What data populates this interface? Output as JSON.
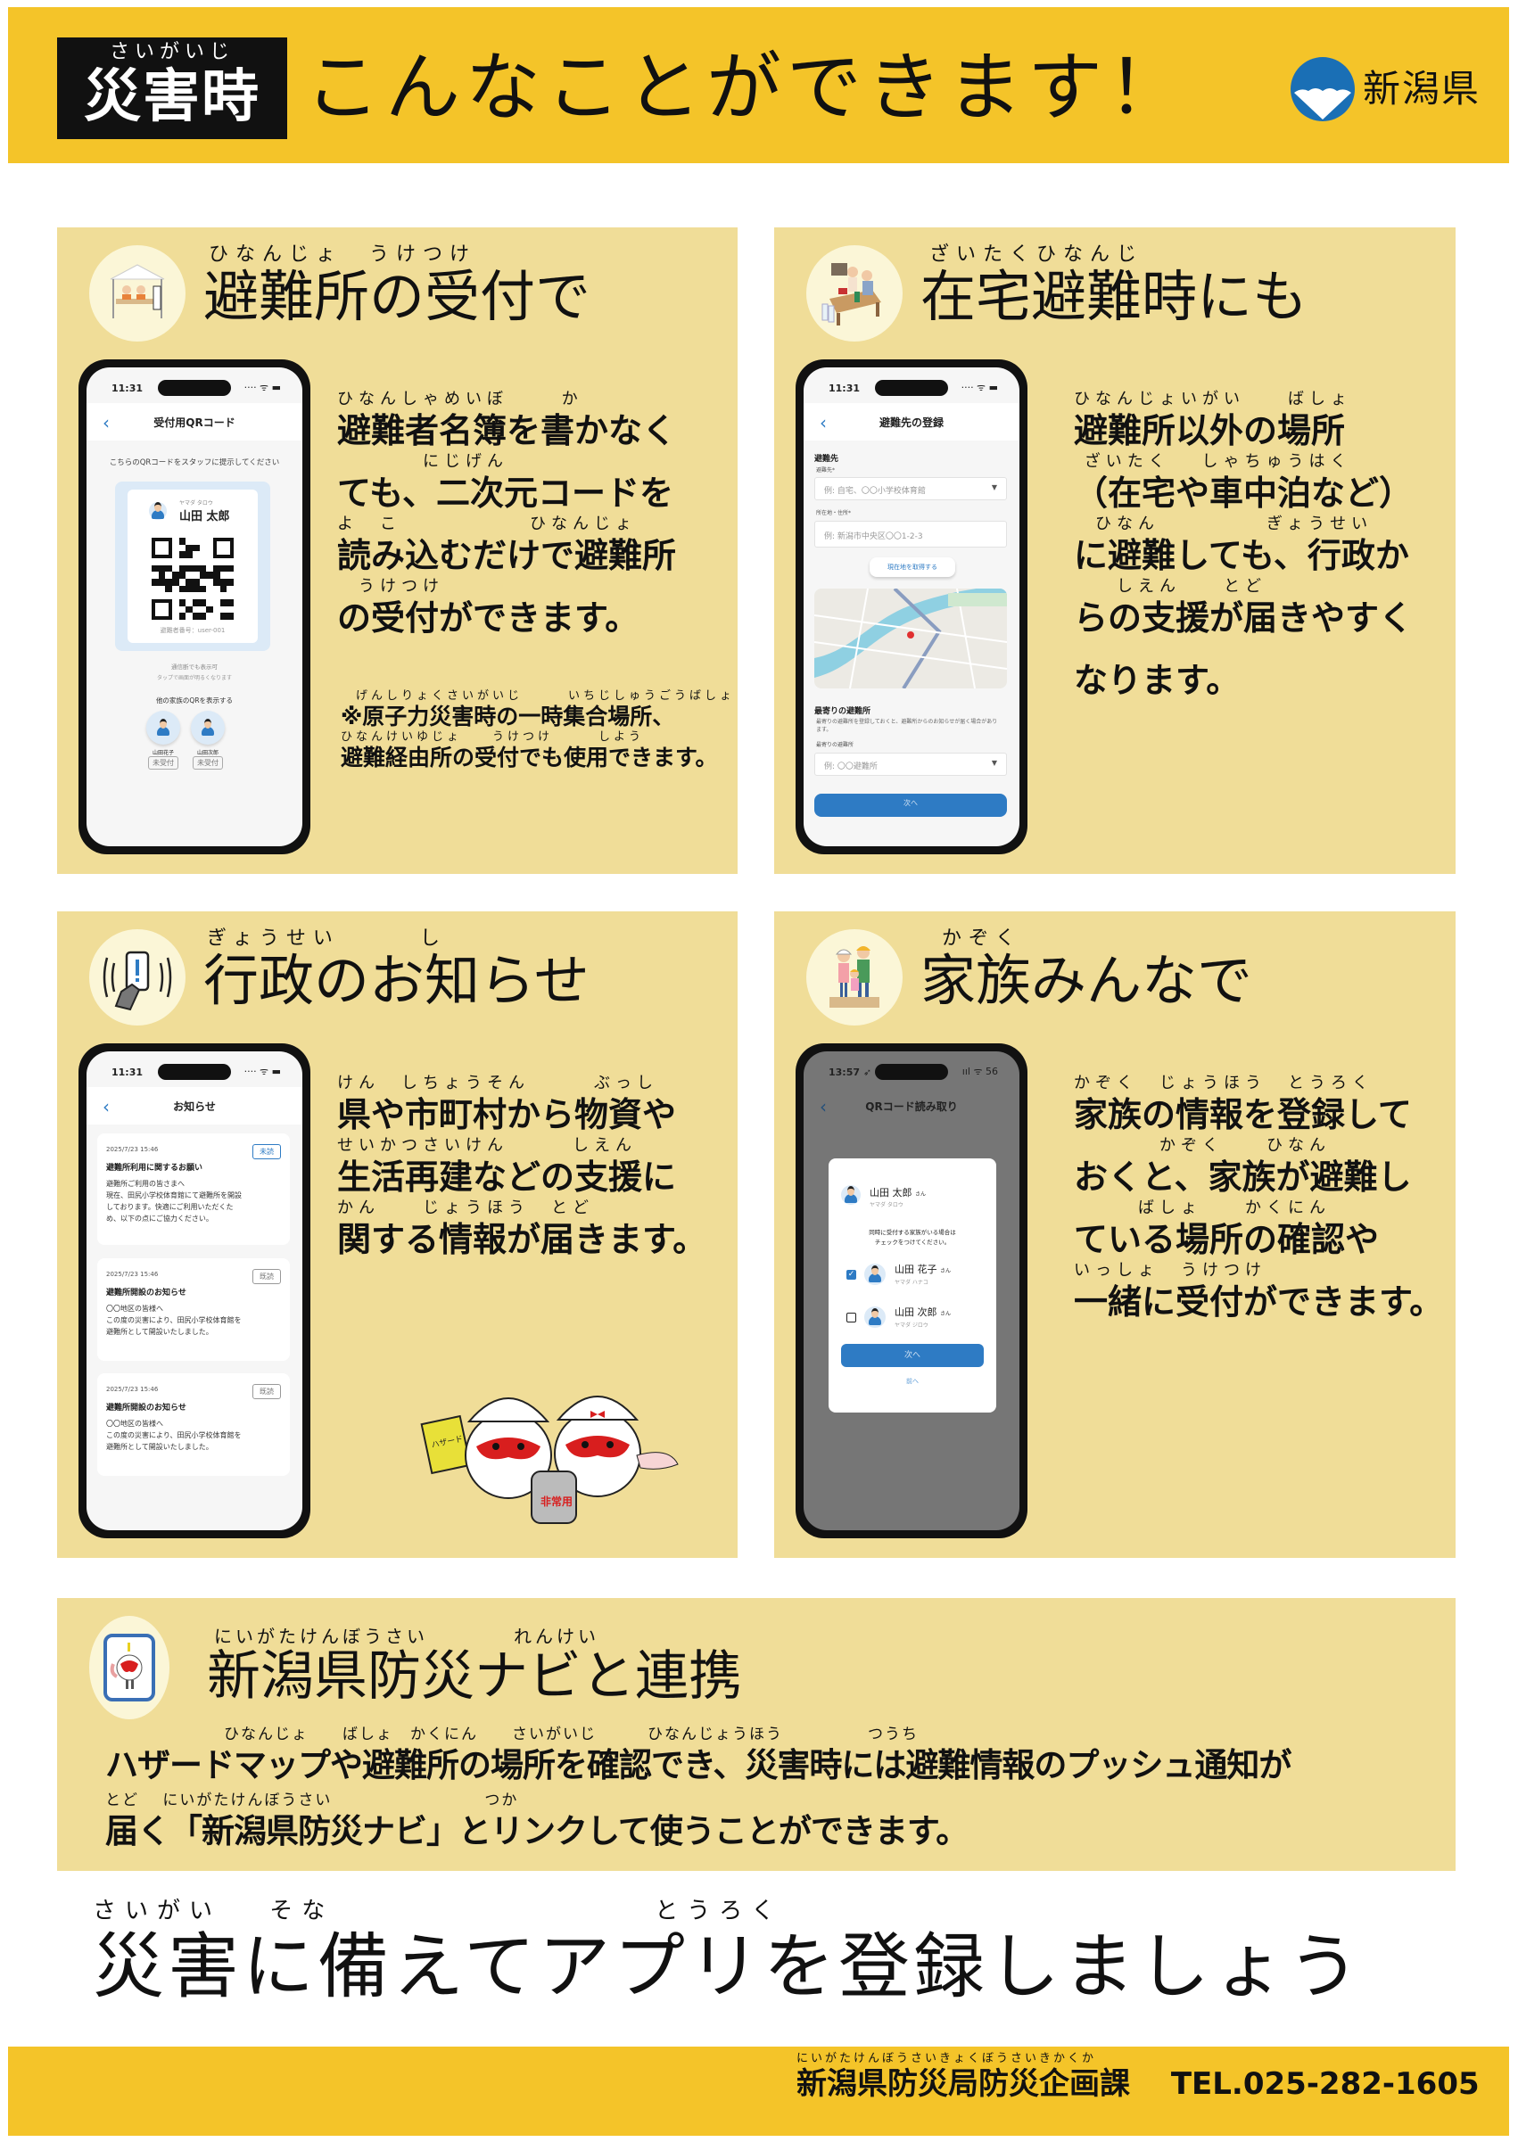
{
  "header": {
    "badge_ruby": "さいがいじ",
    "badge_label": "災害時",
    "title": "こんなことができます！",
    "logo_text": "新潟県",
    "bg_color": "#f4c429"
  },
  "panels": [
    {
      "title_ruby": "ひなんじょ　うけつけ",
      "title": "避難所の受付で",
      "icon": "shelter-reception-icon",
      "body": [
        {
          "ruby": "ひなんしゃめいぼ　　 か",
          "text": "避難者名簿を書かなく"
        },
        {
          "ruby": "　　　　にじげん",
          "text": "ても、二次元コードを"
        },
        {
          "ruby": "よ　こ　　　　　　ひなんじょ",
          "text": "読み込むだけで避難所"
        },
        {
          "ruby": "　うけつけ",
          "text": "の受付ができます。"
        }
      ],
      "note": [
        {
          "ruby": "　げんしりょくさいがいじ　　　いちじしゅうごうばしょ",
          "text": "※原子力災害時の一時集合場所、"
        },
        {
          "ruby": "ひなんけいゆじょ　　うけつけ　　　しよう",
          "text": "避難経由所の受付でも使用できます。"
        }
      ],
      "phone": {
        "time": "11:31",
        "status_icons": "···· ᯤ ▬",
        "nav_title": "受付用QRコード",
        "instruction": "こちらのQRコードをスタッフに提示してください",
        "name_kana": "ヤマダ タロウ",
        "name": "山田 太郎",
        "user_id": "避難者番号：user-001",
        "offline_note": "通信断でも表示可",
        "tap_note": "タップで画面が明るくなります",
        "family_label": "他の家族のQRを表示する",
        "family": [
          {
            "name": "山田花子",
            "status": "未受付"
          },
          {
            "name": "山田次郎",
            "status": "未受付"
          }
        ]
      }
    },
    {
      "title_ruby": "ざいたくひなんじ",
      "title": "在宅避難時にも",
      "icon": "home-evacuation-icon",
      "body": [
        {
          "ruby": "ひなんじょいがい　　ばしょ",
          "text": "避難所以外の場所"
        },
        {
          "ruby": " ざいたく　 しゃちゅうはく",
          "text": "（在宅や車中泊など）"
        },
        {
          "ruby": "　ひなん　　　　　ぎょうせい",
          "text": "に避難しても、行政か"
        },
        {
          "ruby": "　　しえん　　とど",
          "text": "らの支援が届きやすく"
        },
        {
          "ruby": " ",
          "text": "なります。"
        }
      ],
      "phone": {
        "time": "11:31",
        "status_icons": "···· ᯤ ▬",
        "nav_title": "避難先の登録",
        "section1": "避難先",
        "field1_label": "避難先*",
        "field1_placeholder": "例: 自宅、〇〇小学校体育館",
        "field2_label": "所在地・住所*",
        "field2_placeholder": "例: 新潟市中央区〇〇1-2-3",
        "locate_button": "現在地を取得する",
        "section2": "最寄りの避難所",
        "section2_desc": "最寄りの避難所を登録しておくと、避難所からのお知らせが届く場合があります。",
        "field3_label": "最寄りの避難所",
        "field3_placeholder": "例: 〇〇避難所",
        "next_button": "次へ"
      }
    },
    {
      "title_ruby": "ぎょうせい　　　し",
      "title": "行政のお知らせ",
      "icon": "phone-alert-icon",
      "body": [
        {
          "ruby": "けん　しちょうそん　　　ぶっし",
          "text": "県や市町村から物資や"
        },
        {
          "ruby": "せいかつさいけん　　　しえん",
          "text": "生活再建などの支援に"
        },
        {
          "ruby": "かん　　じょうほう　とど",
          "text": "関する情報が届きます。"
        }
      ],
      "mascot_book": "ハザードマップ",
      "mascot_bag": "非常用",
      "phone": {
        "time": "11:31",
        "status_icons": "···· ᯤ ▬",
        "nav_title": "お知らせ",
        "cards": [
          {
            "date": "2025/7/23 15:46",
            "tag": "未読",
            "unread": true,
            "title": "避難所利用に関するお願い",
            "body": "避難所ご利用の皆さまへ\n現在、田尻小学校体育館にて避難所を開設\nしております。快適にご利用いただくた\nめ、以下の点にご協力ください。"
          },
          {
            "date": "2025/7/23 15:46",
            "tag": "既読",
            "unread": false,
            "title": "避難所開設のお知らせ",
            "body": "〇〇地区の皆様へ\nこの度の災害により、田尻小学校体育館を\n避難所として開設いたしました。"
          },
          {
            "date": "2025/7/23 15:46",
            "tag": "既読",
            "unread": false,
            "title": "避難所開設のお知らせ",
            "body": "〇〇地区の皆様へ\nこの度の災害により、田尻小学校体育館を\n避難所として開設いたしました。"
          }
        ]
      }
    },
    {
      "title_ruby": "かぞく",
      "title": "家族みんなで",
      "icon": "family-icon",
      "body": [
        {
          "ruby": "かぞく　じょうほう　とうろく",
          "text": "家族の情報を登録して"
        },
        {
          "ruby": "　　　　かぞく　　ひなん",
          "text": "おくと、家族が避難し"
        },
        {
          "ruby": "　　　ばしょ　　かくにん",
          "text": "ている場所の確認や"
        },
        {
          "ruby": "いっしょ　うけつけ",
          "text": "一緒に受付ができます。"
        }
      ],
      "phone": {
        "time": "13:57 ➶",
        "status_icons": "ııl ᯤ 56",
        "nav_title": "QRコード読み取り",
        "main_name": "山田 太郎",
        "main_kana": "ヤマダ タロウ",
        "honorific": "さん",
        "instruction": "同時に受付する家族がいる場合は\nチェックをつけてください。",
        "members": [
          {
            "name": "山田 花子",
            "kana": "ヤマダ ハナコ",
            "checked": true
          },
          {
            "name": "山田 次郎",
            "kana": "ヤマダ ジロウ",
            "checked": false
          }
        ],
        "next_button": "次へ",
        "back_button": "前へ"
      }
    }
  ],
  "navi": {
    "title_ruby": "にいがたけんぼうさい　　　　れんけい",
    "title": "新潟県防災ナビと連携",
    "icon": "bousai-navi-app-icon",
    "body": [
      {
        "ruby": "　　　　　　　ひなんじょ　　ばしょ　かくにん　　さいがいじ　　　ひなんじょうほう　　　　　つうち",
        "text": "ハザードマップや避難所の場所を確認でき、災害時には避難情報のプッシュ通知が"
      },
      {
        "ruby": "とど　 にいがたけんぼうさい　　　　　　　　　つか",
        "text": "届く「新潟県防災ナビ」とリンクして使うことができます。"
      }
    ]
  },
  "closing": {
    "ruby": "さいがい　 そな　　　　　　　　　　とうろく",
    "text": "災害に備えてアプリを登録しましょう"
  },
  "footer": {
    "ruby": "にいがたけんぼうさいきょくぼうさいきかくか",
    "department": "新潟県防災局防災企画課",
    "tel": "TEL.025-282-1605"
  },
  "colors": {
    "header_yellow": "#f4c429",
    "panel_beige": "#f0dd98",
    "icon_circle": "#fbf6d7",
    "app_blue": "#2e7bc4",
    "logo_blue": "#1a6fb5"
  }
}
